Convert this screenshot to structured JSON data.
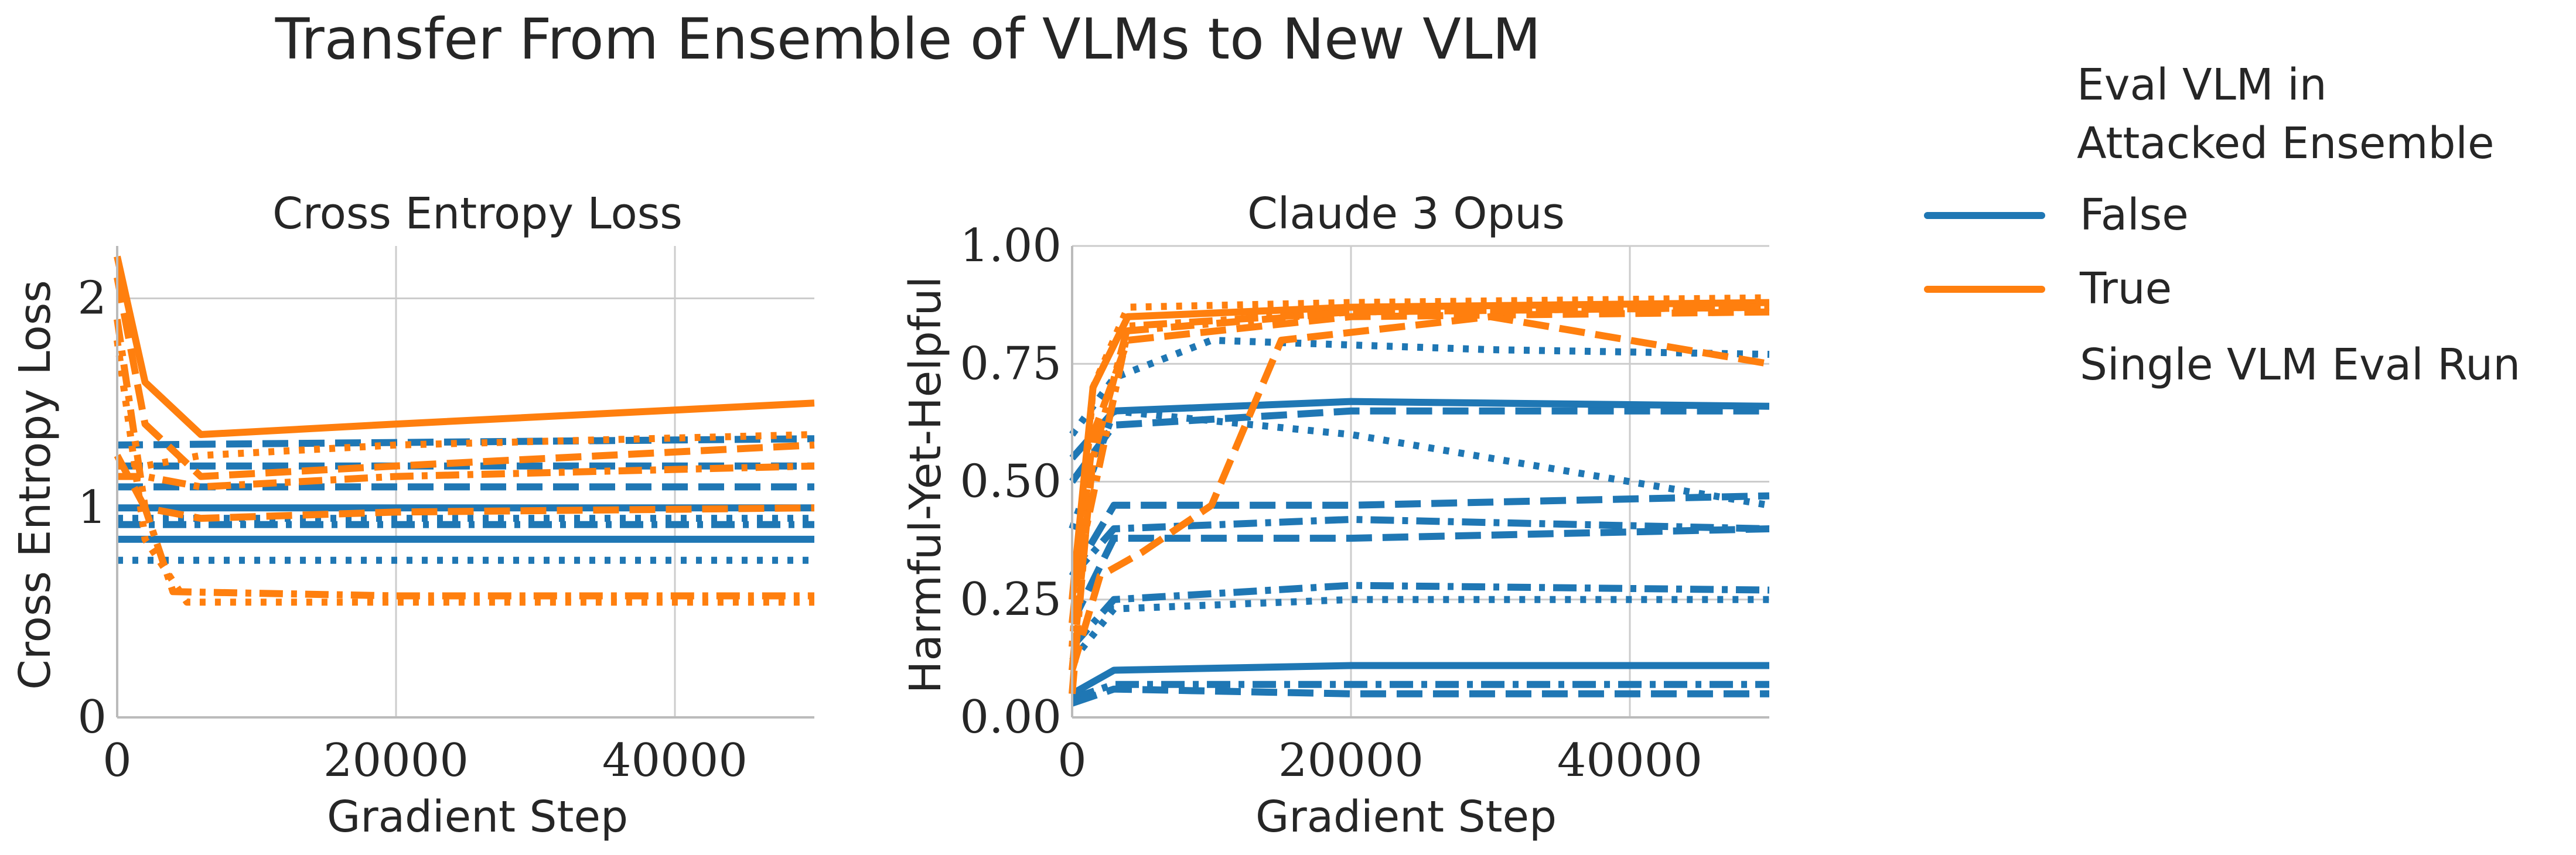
{
  "title": "Transfer From Ensemble of VLMs to New VLM",
  "legend": {
    "title_lines": [
      "Eval VLM in",
      "Attacked Ensemble"
    ],
    "entries": [
      {
        "label": "False",
        "color": "#1f77b4"
      },
      {
        "label": "True",
        "color": "#ff7f0e"
      },
      {
        "label": "Single VLM Eval Run",
        "color": ""
      }
    ]
  },
  "chart_data": [
    {
      "type": "line",
      "title": "Cross Entropy Loss",
      "xlabel": "Gradient Step",
      "ylabel": "Cross Entropy Loss",
      "xlim": [
        0,
        50000
      ],
      "ylim": [
        0,
        2.25
      ],
      "xticks": [
        0,
        20000,
        40000
      ],
      "yticks": [
        0,
        1,
        2
      ],
      "xtick_labels": [
        "0",
        "20000",
        "40000"
      ],
      "ytick_labels": [
        "0",
        "1",
        "2"
      ],
      "grid": true,
      "series": [
        {
          "group": "False",
          "style": "solid",
          "x": [
            0,
            50000
          ],
          "y": [
            1.0,
            1.0
          ]
        },
        {
          "group": "False",
          "style": "solid",
          "x": [
            0,
            50000
          ],
          "y": [
            0.85,
            0.85
          ]
        },
        {
          "group": "False",
          "style": "dashed",
          "x": [
            0,
            50000
          ],
          "y": [
            1.3,
            1.33
          ]
        },
        {
          "group": "False",
          "style": "dashed",
          "x": [
            0,
            50000
          ],
          "y": [
            1.1,
            1.1
          ]
        },
        {
          "group": "False",
          "style": "dotted",
          "x": [
            0,
            50000
          ],
          "y": [
            0.75,
            0.75
          ]
        },
        {
          "group": "False",
          "style": "dashdot",
          "x": [
            0,
            50000
          ],
          "y": [
            0.92,
            0.92
          ]
        },
        {
          "group": "False",
          "style": "dashed",
          "x": [
            0,
            50000
          ],
          "y": [
            1.2,
            1.2
          ]
        },
        {
          "group": "False",
          "style": "dotted",
          "x": [
            0,
            50000
          ],
          "y": [
            0.95,
            0.95
          ]
        },
        {
          "group": "True",
          "style": "solid",
          "x": [
            0,
            2000,
            6000,
            20000,
            50000
          ],
          "y": [
            2.2,
            1.6,
            1.35,
            1.4,
            1.5
          ]
        },
        {
          "group": "True",
          "style": "dashed",
          "x": [
            0,
            2000,
            6000,
            20000,
            50000
          ],
          "y": [
            2.1,
            1.4,
            1.15,
            1.2,
            1.3
          ]
        },
        {
          "group": "True",
          "style": "dashdot",
          "x": [
            0,
            2000,
            4000,
            20000,
            50000
          ],
          "y": [
            1.9,
            1.0,
            0.6,
            0.58,
            0.58
          ]
        },
        {
          "group": "True",
          "style": "dotted",
          "x": [
            0,
            2000,
            5000,
            20000,
            50000
          ],
          "y": [
            1.8,
            0.85,
            0.55,
            0.55,
            0.55
          ]
        },
        {
          "group": "True",
          "style": "dashed",
          "x": [
            0,
            2000,
            6000,
            20000,
            50000
          ],
          "y": [
            1.25,
            1.0,
            0.95,
            0.98,
            1.0
          ]
        },
        {
          "group": "True",
          "style": "dotted",
          "x": [
            0,
            2000,
            6000,
            20000,
            50000
          ],
          "y": [
            1.2,
            1.2,
            1.25,
            1.3,
            1.35
          ]
        },
        {
          "group": "True",
          "style": "dashdot",
          "x": [
            0,
            2000,
            6000,
            20000,
            50000
          ],
          "y": [
            1.15,
            1.15,
            1.1,
            1.15,
            1.2
          ]
        }
      ]
    },
    {
      "type": "line",
      "title": "Claude 3 Opus",
      "xlabel": "Gradient Step",
      "ylabel": "Harmful-Yet-Helpful",
      "xlim": [
        0,
        50000
      ],
      "ylim": [
        0,
        1
      ],
      "xticks": [
        0,
        20000,
        40000
      ],
      "yticks": [
        0,
        0.25,
        0.5,
        0.75,
        1
      ],
      "xtick_labels": [
        "0",
        "20000",
        "40000"
      ],
      "ytick_labels": [
        "0.00",
        "0.25",
        "0.50",
        "0.75",
        "1.00"
      ],
      "grid": true,
      "series": [
        {
          "group": "False",
          "style": "solid",
          "x": [
            0,
            3000,
            20000,
            50000
          ],
          "y": [
            0.55,
            0.65,
            0.67,
            0.66
          ]
        },
        {
          "group": "False",
          "style": "dashed",
          "x": [
            0,
            3000,
            20000,
            50000
          ],
          "y": [
            0.5,
            0.62,
            0.65,
            0.65
          ]
        },
        {
          "group": "False",
          "style": "dotted",
          "x": [
            0,
            3000,
            10000,
            30000,
            50000
          ],
          "y": [
            0.6,
            0.72,
            0.8,
            0.78,
            0.77
          ]
        },
        {
          "group": "False",
          "style": "dotted",
          "x": [
            0,
            3000,
            20000,
            50000
          ],
          "y": [
            0.4,
            0.65,
            0.6,
            0.45
          ]
        },
        {
          "group": "False",
          "style": "dashed",
          "x": [
            0,
            3000,
            20000,
            50000
          ],
          "y": [
            0.3,
            0.45,
            0.45,
            0.47
          ]
        },
        {
          "group": "False",
          "style": "dashdot",
          "x": [
            0,
            3000,
            20000,
            50000
          ],
          "y": [
            0.3,
            0.4,
            0.42,
            0.4
          ]
        },
        {
          "group": "False",
          "style": "dashed",
          "x": [
            0,
            3000,
            20000,
            50000
          ],
          "y": [
            0.2,
            0.38,
            0.38,
            0.4
          ]
        },
        {
          "group": "False",
          "style": "dashdot",
          "x": [
            0,
            3000,
            20000,
            50000
          ],
          "y": [
            0.15,
            0.25,
            0.28,
            0.27
          ]
        },
        {
          "group": "False",
          "style": "dotted",
          "x": [
            0,
            3000,
            20000,
            50000
          ],
          "y": [
            0.12,
            0.23,
            0.25,
            0.25
          ]
        },
        {
          "group": "False",
          "style": "solid",
          "x": [
            0,
            3000,
            20000,
            50000
          ],
          "y": [
            0.05,
            0.1,
            0.11,
            0.11
          ]
        },
        {
          "group": "False",
          "style": "dashdot",
          "x": [
            0,
            3000,
            20000,
            50000
          ],
          "y": [
            0.04,
            0.07,
            0.07,
            0.07
          ]
        },
        {
          "group": "False",
          "style": "dashed",
          "x": [
            0,
            3000,
            20000,
            50000
          ],
          "y": [
            0.03,
            0.06,
            0.05,
            0.05
          ]
        },
        {
          "group": "True",
          "style": "solid",
          "x": [
            0,
            1500,
            4000,
            20000,
            50000
          ],
          "y": [
            0.25,
            0.7,
            0.85,
            0.87,
            0.88
          ]
        },
        {
          "group": "True",
          "style": "dashed",
          "x": [
            0,
            1500,
            4000,
            20000,
            50000
          ],
          "y": [
            0.2,
            0.6,
            0.8,
            0.85,
            0.86
          ]
        },
        {
          "group": "True",
          "style": "dotted",
          "x": [
            0,
            1500,
            4000,
            20000,
            50000
          ],
          "y": [
            0.15,
            0.7,
            0.87,
            0.88,
            0.89
          ]
        },
        {
          "group": "True",
          "style": "dashdot",
          "x": [
            0,
            1500,
            4000,
            20000,
            50000
          ],
          "y": [
            0.1,
            0.55,
            0.83,
            0.86,
            0.87
          ]
        },
        {
          "group": "True",
          "style": "dashed",
          "x": [
            0,
            2000,
            5000,
            10000,
            15000,
            30000,
            50000
          ],
          "y": [
            0.1,
            0.3,
            0.35,
            0.45,
            0.8,
            0.85,
            0.75
          ]
        },
        {
          "group": "True",
          "style": "dashdot",
          "x": [
            0,
            1000,
            4000,
            20000,
            50000
          ],
          "y": [
            0.05,
            0.4,
            0.82,
            0.86,
            0.87
          ]
        }
      ]
    }
  ]
}
